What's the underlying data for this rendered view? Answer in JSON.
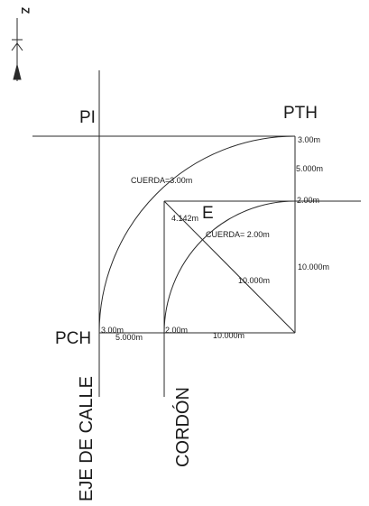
{
  "north_label": "Z",
  "labels": {
    "pi": "PI",
    "pth": "PTH",
    "pch": "PCH",
    "e": "E",
    "eje_de_calle": "EJE DE CALLE",
    "cordon": "CORDÓN"
  },
  "dimensions": {
    "top_3": "3.00m",
    "right_5": "5.000m",
    "right_2": "2.00m",
    "right_10": "10.000m",
    "cuerda_3": "CUERDA=3.00m",
    "cuerda_2": "CUERDA= 2.00m",
    "diag_4142": "4.142m",
    "diag_10": "10.000m",
    "bottom_3": "3.00m",
    "bottom_5": "5.000m",
    "bottom_2": "2.00m",
    "bottom_10": "10.000m"
  }
}
